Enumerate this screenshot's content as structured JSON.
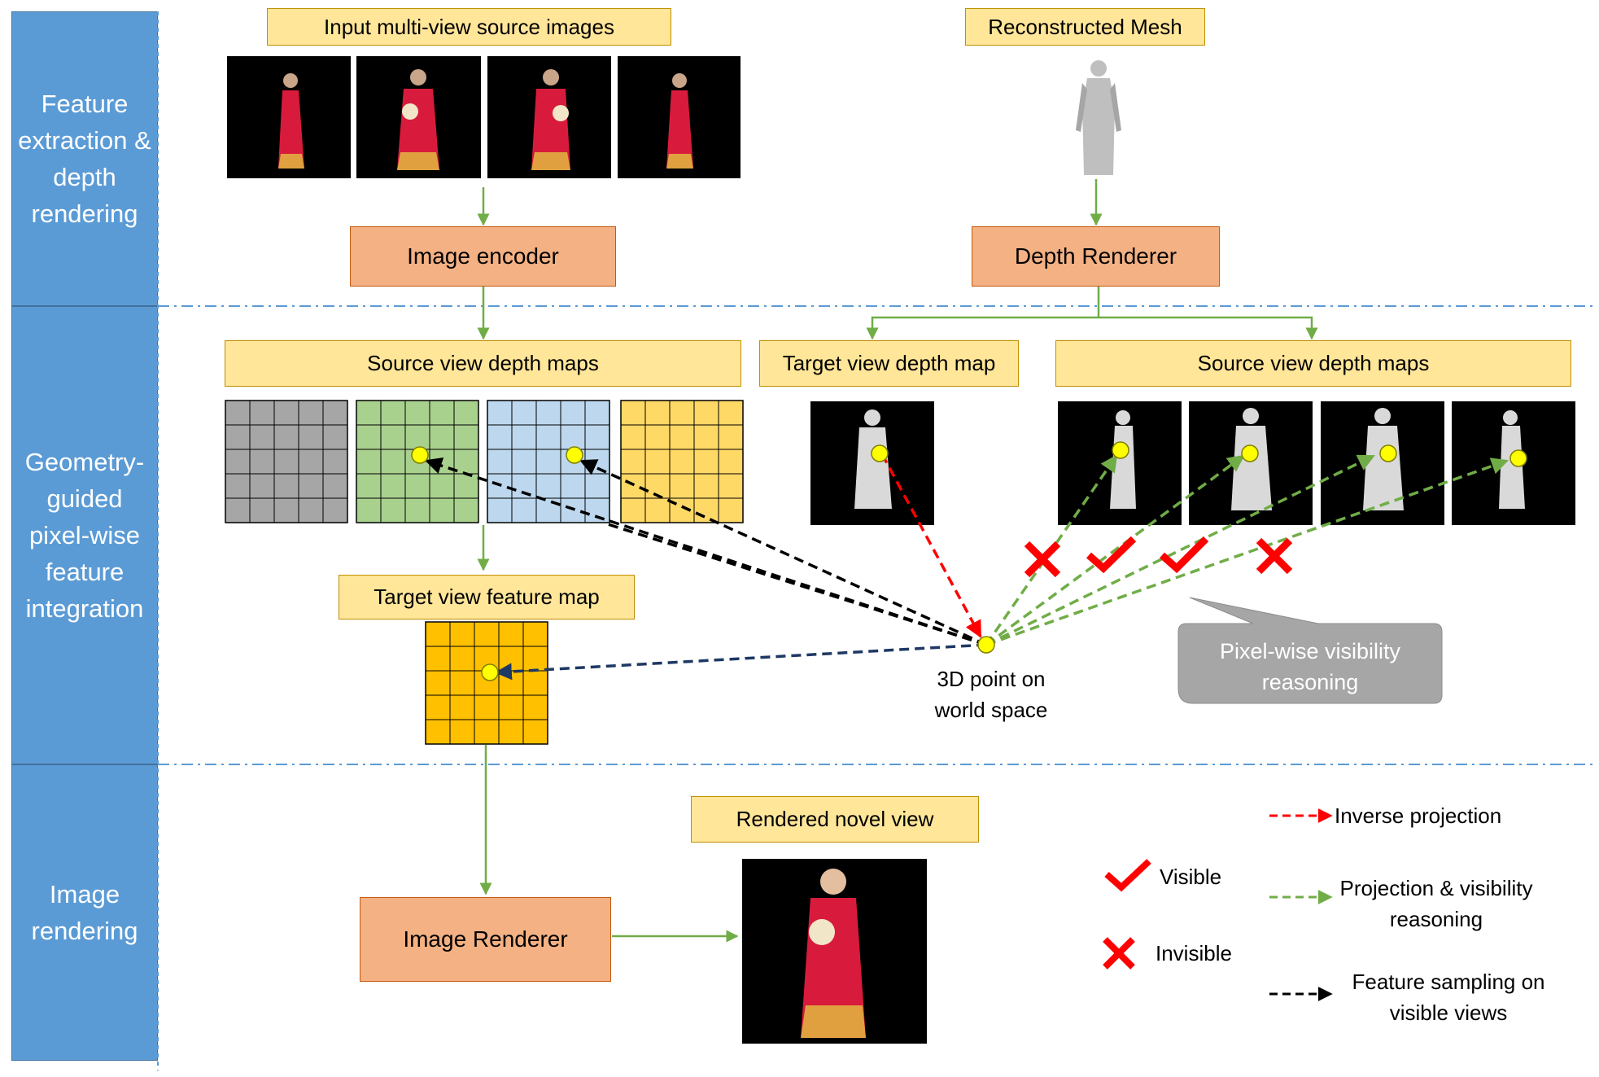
{
  "stages": {
    "feature_extraction": "Feature extraction & depth rendering",
    "integration": "Geometry-guided pixel-wise feature integration",
    "image_rendering": "Image rendering"
  },
  "labels": {
    "input_images": "Input multi-view source images",
    "reconstructed_mesh": "Reconstructed Mesh",
    "source_depth_maps_left": "Source view depth maps",
    "target_depth_map": "Target view depth map",
    "source_depth_maps_right": "Source view depth maps",
    "target_feature_map": "Target view feature map",
    "rendered_novel_view": "Rendered novel view"
  },
  "boxes": {
    "image_encoder": "Image encoder",
    "depth_renderer": "Depth Renderer",
    "image_renderer": "Image Renderer"
  },
  "point_label": "3D point on world space",
  "callout": "Pixel-wise visibility reasoning",
  "legend": {
    "inverse_projection": "Inverse projection",
    "visible": "Visible",
    "projection": "Projection & visibility reasoning",
    "invisible": "Invisible",
    "feature_sampling": "Feature sampling on visible views"
  },
  "colors": {
    "stage": "#5b9bd5",
    "label_fill": "#ffe699",
    "box_fill": "#f4b183",
    "grid_gray": "#a6a6a6",
    "grid_green": "#a9d18e",
    "grid_blue": "#bdd7ee",
    "grid_yellow": "#ffd966",
    "grid_orange": "#ffc000",
    "arrow_green": "#70ad47",
    "arrow_red": "#ff0000",
    "arrow_navy": "#1f3864",
    "point": "#ffff00"
  }
}
